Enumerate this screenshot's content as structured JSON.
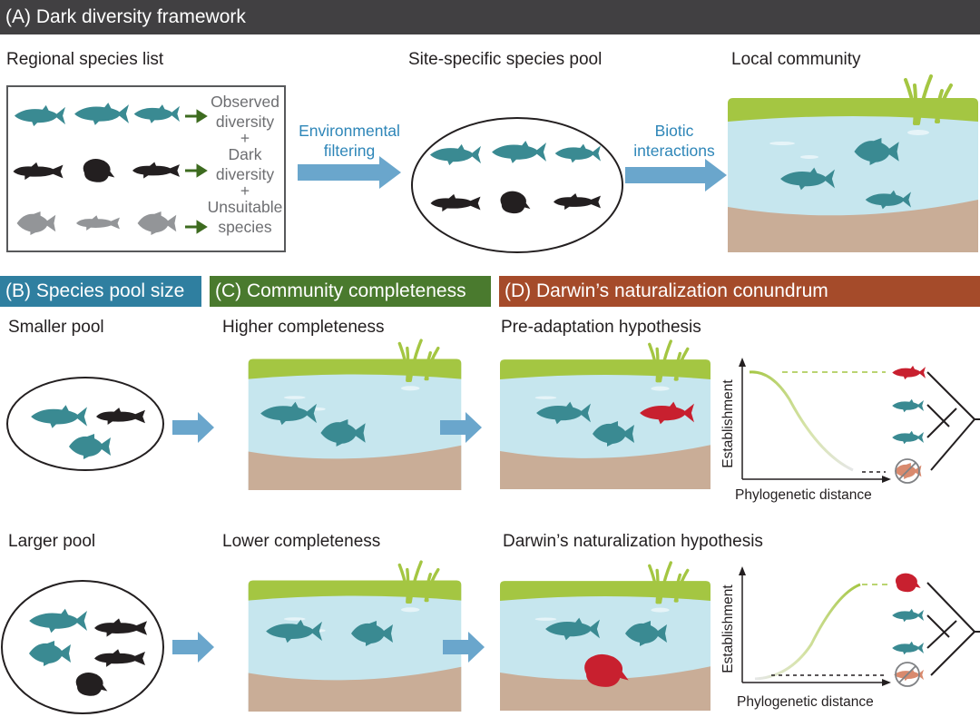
{
  "panels": {
    "a": {
      "title": "(A) Dark diversity framework"
    },
    "b": {
      "title": "(B) Species pool size"
    },
    "c": {
      "title": "(C) Community completeness"
    },
    "d": {
      "title": "(D) Darwin’s naturalization conundrum"
    }
  },
  "framework": {
    "regional_label": "Regional species list",
    "site_label": "Site-specific species pool",
    "local_label": "Local community",
    "observed_line1": "Observed",
    "observed_line2": "diversity",
    "plus1": "+",
    "dark_line1": "Dark",
    "dark_line2": "diversity",
    "plus2": "+",
    "unsuitable_line1": "Unsuitable",
    "unsuitable_line2": "species",
    "env_line1": "Environmental",
    "env_line2": "filtering",
    "biotic_line1": "Biotic",
    "biotic_line2": "interactions"
  },
  "poolsize": {
    "smaller": "Smaller pool",
    "larger": "Larger pool"
  },
  "completeness": {
    "higher": "Higher completeness",
    "lower": "Lower completeness"
  },
  "hypotheses": {
    "pre": "Pre-adaptation hypothesis",
    "darwin": "Darwin’s naturalization hypothesis"
  },
  "plots": {
    "ylabel": "Establishment",
    "xlabel": "Phylogenetic distance"
  },
  "colors": {
    "panel_a": "#414042",
    "panel_b": "#2f7fa0",
    "panel_c": "#4a7a2e",
    "panel_d": "#a54b2a",
    "teal_fish": "#3a8a92",
    "dark_fish": "#231f20",
    "gray_fish": "#939598",
    "red_fish": "#c8202f",
    "water": "#c6e6ee",
    "grass": "#a4c642",
    "sediment": "#c9ad97",
    "arrow": "#6aa6cc"
  }
}
